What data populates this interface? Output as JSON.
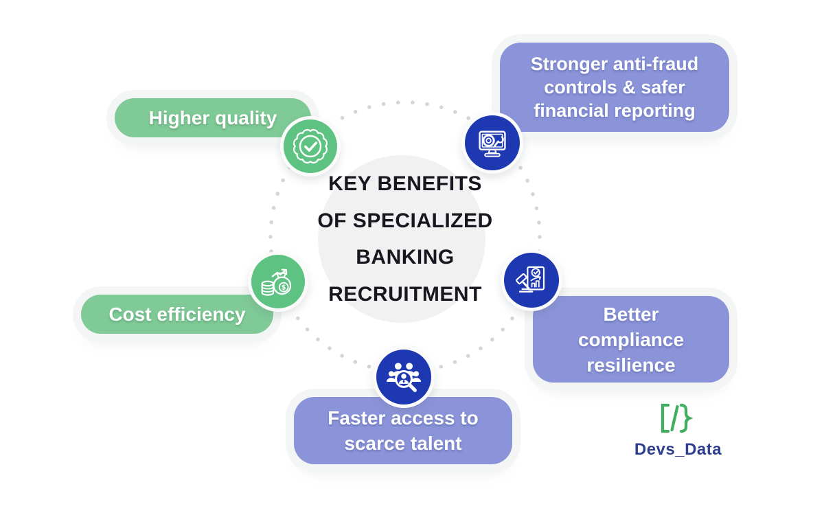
{
  "center": {
    "title_lines": [
      "KEY BENEFITS",
      "OF SPECIALIZED",
      "BANKING",
      "RECRUITMENT"
    ]
  },
  "benefits": {
    "higher_quality": {
      "label": "Higher quality",
      "icon": "badge-check-icon"
    },
    "cost_efficiency": {
      "label": "Cost efficiency",
      "icon": "money-growth-icon"
    },
    "anti_fraud": {
      "line1": "Stronger anti-fraud",
      "line2": "controls & safer",
      "line3": "financial reporting",
      "icon": "monitor-gear-wrench-icon"
    },
    "compliance": {
      "line1": "Better",
      "line2": "compliance",
      "line3": "resilience",
      "icon": "gavel-audit-icon"
    },
    "scarce_talent": {
      "line1": "Faster access to",
      "line2": "scarce talent",
      "icon": "talent-search-icon"
    }
  },
  "logo": {
    "symbol": "[/}",
    "wordmark": "Devs_Data"
  },
  "colors": {
    "green_pill": "#7fca97",
    "green_icon_circle": "#5ec282",
    "purple_box": "#8b94d9",
    "blue_icon_circle": "#1d38b0",
    "title_text": "#17171f",
    "dotted_ring": "#d5d5d8",
    "center_circle": "#f1f1f2",
    "halo": "#f4f6f5",
    "logo_symbol_green": "#41ad5e",
    "logo_wordmark_navy": "#2f3f90",
    "label_text": "#ffffff"
  }
}
